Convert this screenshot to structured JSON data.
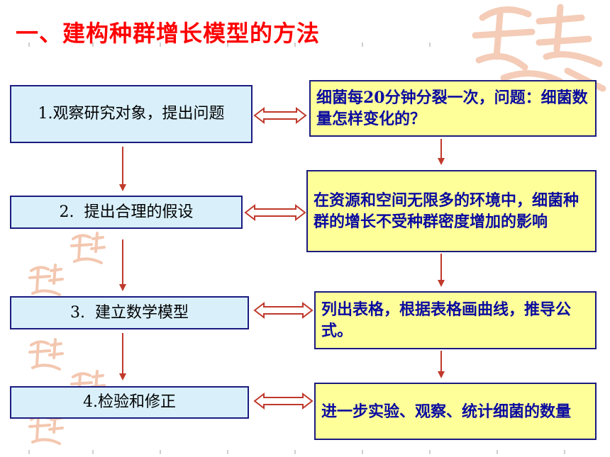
{
  "title": "一、建构种群增长模型的方法",
  "steps": [
    {
      "label": "1.观察研究对象，提出问题"
    },
    {
      "label": "2.  提出合理的假设"
    },
    {
      "label": "3.  建立数学模型"
    },
    {
      "label": "4.检验和修正"
    }
  ],
  "details": [
    {
      "text": "细菌每20分钟分裂一次，问题：细菌数量怎样变化的？"
    },
    {
      "text": "在资源和空间无限多的环境中，细菌种群的增长不受种群密度增加的影响"
    },
    {
      "text": "列出表格，根据表格画曲线，推导公式。"
    },
    {
      "text": "进一步实验、观察、统计细菌的数量"
    }
  ],
  "colors": {
    "title": "#ff0000",
    "step_fill": "#d9f0fb",
    "detail_fill": "#ffff99",
    "detail_text": "#0b0ba0",
    "border": "#1c1c80",
    "arrow": "#c0392b",
    "watermark": "#f3c7b0"
  },
  "icons": {
    "connector": "double-arrow-icon",
    "flow": "down-arrow-icon",
    "watermark": "seal-watermark"
  }
}
